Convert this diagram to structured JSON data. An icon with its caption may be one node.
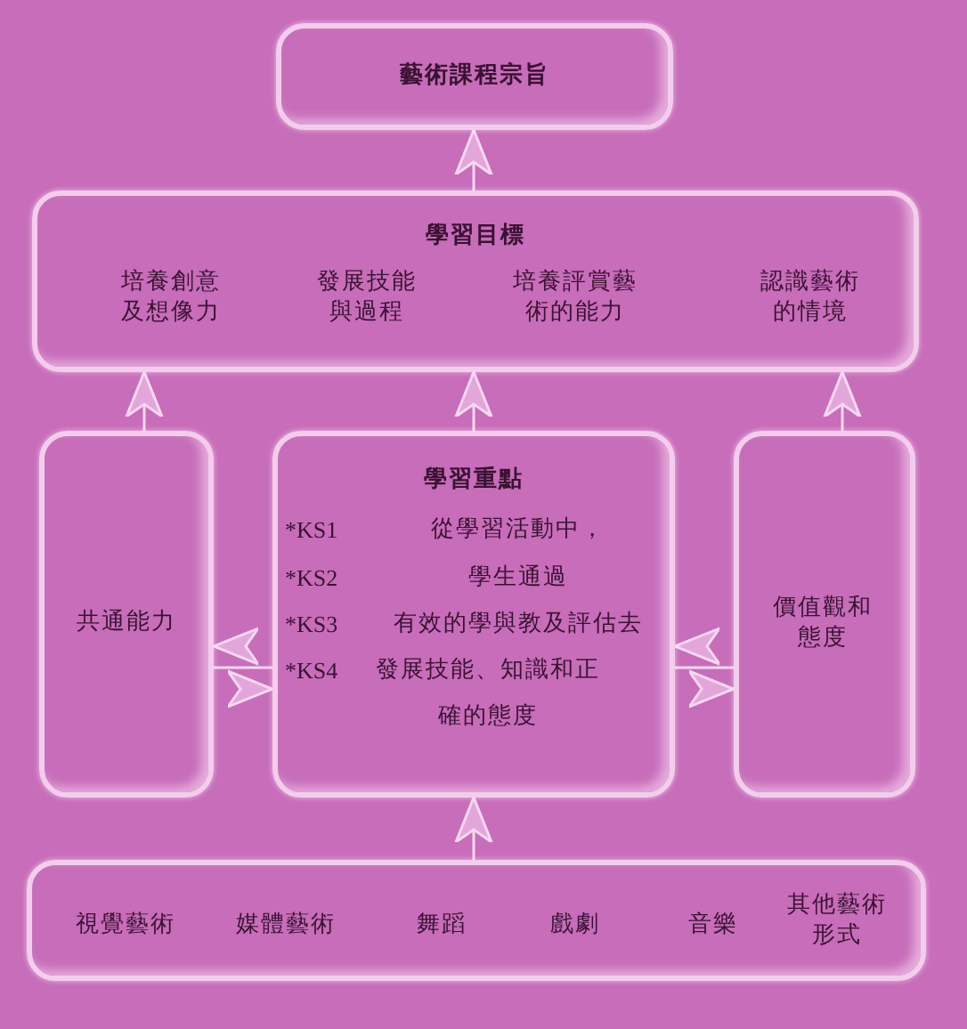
{
  "diagram": {
    "nodes": [
      {
        "text": [
          "藝術課程宗旨"
        ]
      },
      {
        "text": [
          "學習目標",
          "培養創意及想像力",
          "發展技能與過程",
          "培養評賞藝術的能力",
          "認識藝術的情境"
        ]
      },
      {
        "text": [
          "共通能力"
        ]
      },
      {
        "text": [
          "學習重點",
          "*KS1",
          "從學習活動中，",
          "*KS2",
          "學生通過",
          "*KS3",
          "有效的學與教及評估去",
          "*KS4",
          "發展技能、知識和正確的態度"
        ]
      },
      {
        "text": [
          "價值觀和態度"
        ]
      },
      {
        "text": [
          "視覺藝術",
          "媒體藝術",
          "舞蹈",
          "戲劇",
          "音樂",
          "其他藝術形式"
        ]
      }
    ],
    "edges": [
      {
        "from": 1,
        "to": 0,
        "arrow": "to"
      },
      {
        "from": 2,
        "to": 1,
        "arrow": "to"
      },
      {
        "from": 3,
        "to": 1,
        "arrow": "to"
      },
      {
        "from": 4,
        "to": 1,
        "arrow": "to"
      },
      {
        "from": 2,
        "to": 3,
        "arrow": "both"
      },
      {
        "from": 3,
        "to": 4,
        "arrow": "both"
      },
      {
        "from": 5,
        "to": 3,
        "arrow": "to"
      }
    ]
  }
}
